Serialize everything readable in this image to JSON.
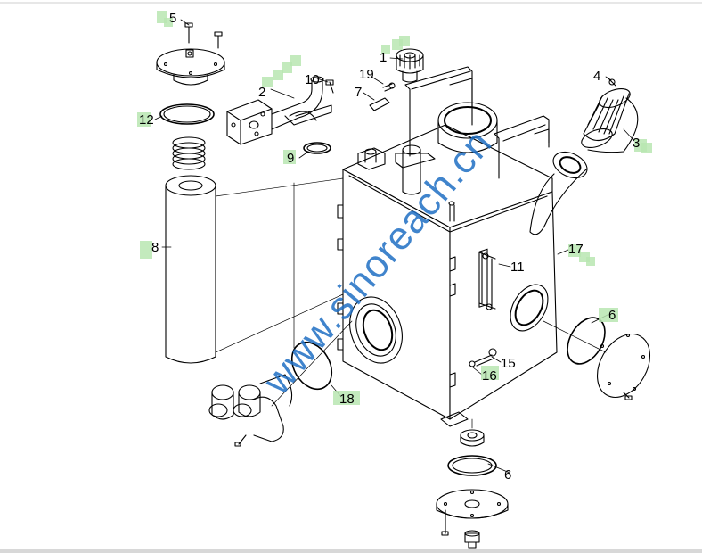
{
  "diagram": {
    "watermark": "www.sinoreach.cn",
    "callouts": [
      {
        "id": "c1",
        "label": "1"
      },
      {
        "id": "c2",
        "label": "2"
      },
      {
        "id": "c3",
        "label": "3"
      },
      {
        "id": "c4",
        "label": "4"
      },
      {
        "id": "c5",
        "label": "5"
      },
      {
        "id": "c6a",
        "label": "6"
      },
      {
        "id": "c6b",
        "label": "6"
      },
      {
        "id": "c7",
        "label": "7"
      },
      {
        "id": "c8",
        "label": "8"
      },
      {
        "id": "c9",
        "label": "9"
      },
      {
        "id": "c10",
        "label": "10"
      },
      {
        "id": "c11",
        "label": "11"
      },
      {
        "id": "c12",
        "label": "12"
      },
      {
        "id": "c15",
        "label": "15"
      },
      {
        "id": "c16",
        "label": "16"
      },
      {
        "id": "c17",
        "label": "17"
      },
      {
        "id": "c18",
        "label": "18"
      },
      {
        "id": "c19",
        "label": "19"
      }
    ]
  }
}
